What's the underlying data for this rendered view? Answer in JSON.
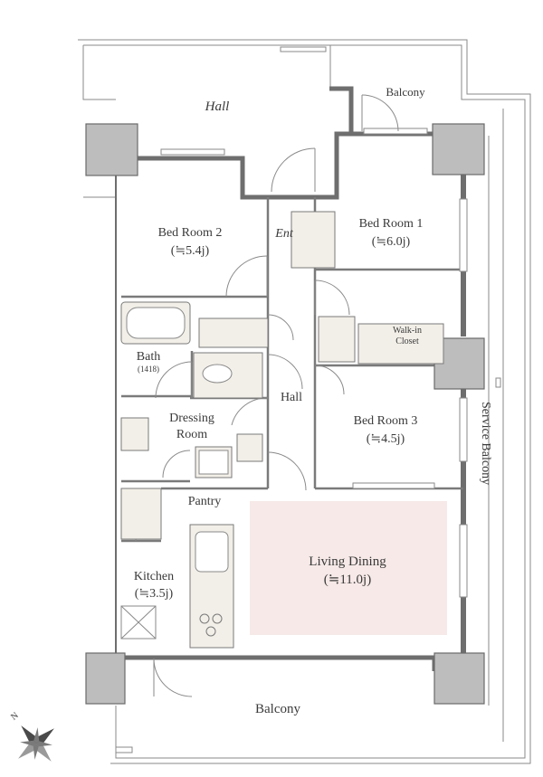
{
  "rooms": {
    "hall_top": "Hall",
    "balcony_top": "Balcony",
    "entrance": "Ent",
    "bedroom1": {
      "name": "Bed Room 1",
      "size": "(≒6.0j)"
    },
    "bedroom2": {
      "name": "Bed Room 2",
      "size": "(≒5.4j)"
    },
    "bedroom3": {
      "name": "Bed Room 3",
      "size": "(≒4.5j)"
    },
    "walkin": {
      "line1": "Walk-in",
      "line2": "Closet"
    },
    "bath": {
      "name": "Bath",
      "size": "(1418)"
    },
    "hall_inner": "Hall",
    "dressing": {
      "line1": "Dressing",
      "line2": "Room"
    },
    "pantry": "Pantry",
    "kitchen": {
      "name": "Kitchen",
      "size": "(≒3.5j)"
    },
    "living": {
      "name": "Living Dining",
      "size": "(≒11.0j)"
    },
    "service_balcony": "Service Balcony",
    "balcony_bottom": "Balcony"
  },
  "compass": {
    "north": "N"
  },
  "colors": {
    "wall": "#6e6e6e",
    "pillar": "#bdbdbd",
    "living_highlight": "#f6e9e7",
    "fixture": "#f2efe8"
  }
}
